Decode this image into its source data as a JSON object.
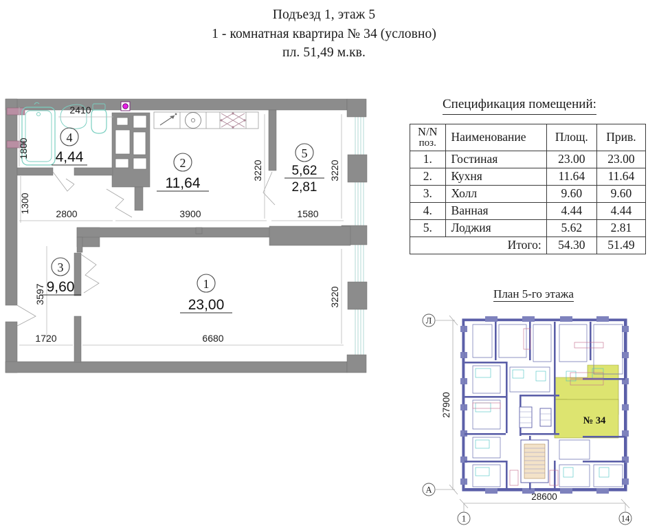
{
  "title": {
    "line1": "Подъезд 1, этаж 5",
    "line2": "1 - комнатная квартира № 34 (условно)",
    "line3": "пл. 51,49 м.кв."
  },
  "spec": {
    "heading": "Спецификация помещений:",
    "columns": {
      "no_l1": "N/N",
      "no_l2": "поз.",
      "name": "Наименование",
      "area": "Площ.",
      "adj": "Прив."
    },
    "rows": [
      {
        "no": "1.",
        "name": "Гостиная",
        "area": "23.00",
        "adj": "23.00"
      },
      {
        "no": "2.",
        "name": "Кухня",
        "area": "11.64",
        "adj": "11.64"
      },
      {
        "no": "3.",
        "name": "Холл",
        "area": "9.60",
        "adj": "9.60"
      },
      {
        "no": "4.",
        "name": "Ванная",
        "area": "4.44",
        "adj": "4.44"
      },
      {
        "no": "5.",
        "name": "Лоджия",
        "area": "5.62",
        "adj": "2.81"
      }
    ],
    "total": {
      "label": "Итого:",
      "area": "54.30",
      "adj": "51.49"
    }
  },
  "plan": {
    "rooms": [
      {
        "id": "1",
        "name": "Гостиная",
        "area": "23,00"
      },
      {
        "id": "2",
        "name": "Кухня",
        "area": "11,64"
      },
      {
        "id": "3",
        "name": "Холл",
        "area": "9,60"
      },
      {
        "id": "4",
        "name": "Ванная",
        "area": "4,44"
      },
      {
        "id": "5",
        "name": "Лоджия",
        "area": "5,62",
        "area2": "2,81"
      }
    ],
    "dims": {
      "bath_width": "2410",
      "bath_tub": "1800",
      "hall_top": "1300",
      "bath_bottom": "2800",
      "kitchen_bottom": "3900",
      "kitchen_right": "3220",
      "loggia_bottom": "1580",
      "loggia_right": "3220",
      "hall_left": "3597",
      "hall_bottom": "1720",
      "living_bottom": "6680",
      "living_right": "3220"
    }
  },
  "minimap": {
    "title": "План 5-го этажа",
    "highlight_label": "№ 34",
    "axis_top": "Л",
    "axis_bottom": "А",
    "axis_left_num": "1",
    "axis_right_num": "14",
    "dim_vertical": "27900",
    "dim_horizontal": "28600"
  },
  "colors": {
    "wall": "#8c8c8c",
    "fixture": "#79cfc0",
    "vent": "#b98fa3",
    "highlight": "#dde470",
    "minimap_wall": "#5b5fa8",
    "panel_marker": "#e81ee8"
  }
}
